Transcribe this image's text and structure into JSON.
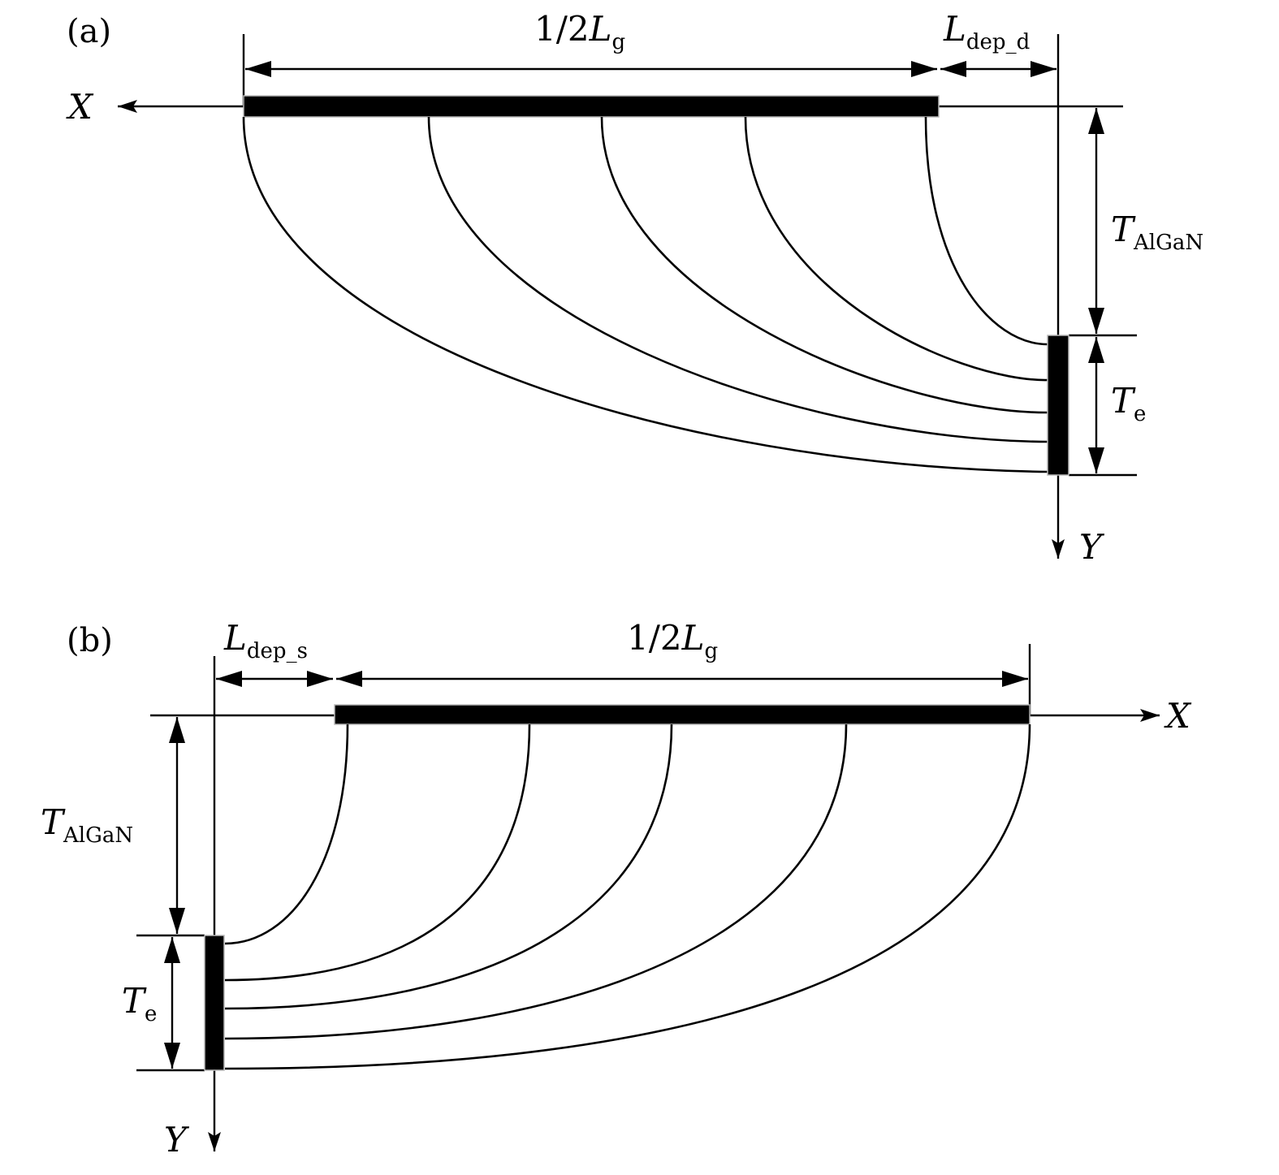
{
  "panels": [
    {
      "id": "a",
      "label": "(a)",
      "x_axis": "X",
      "y_axis": "Y",
      "width_label": {
        "prefix": "1/2",
        "main": "L",
        "sub": "g"
      },
      "depletion_label": {
        "main": "L",
        "sub": "dep_d"
      },
      "barrier_label": {
        "main": "T",
        "sub": "AlGaN"
      },
      "thickness_label": {
        "main": "T",
        "sub": "e"
      }
    },
    {
      "id": "b",
      "label": "(b)",
      "x_axis": "X",
      "y_axis": "Y",
      "width_label": {
        "prefix": "1/2",
        "main": "L",
        "sub": "g"
      },
      "depletion_label": {
        "main": "L",
        "sub": "dep_s"
      },
      "barrier_label": {
        "main": "T",
        "sub": "AlGaN"
      },
      "thickness_label": {
        "main": "T",
        "sub": "e"
      }
    }
  ]
}
